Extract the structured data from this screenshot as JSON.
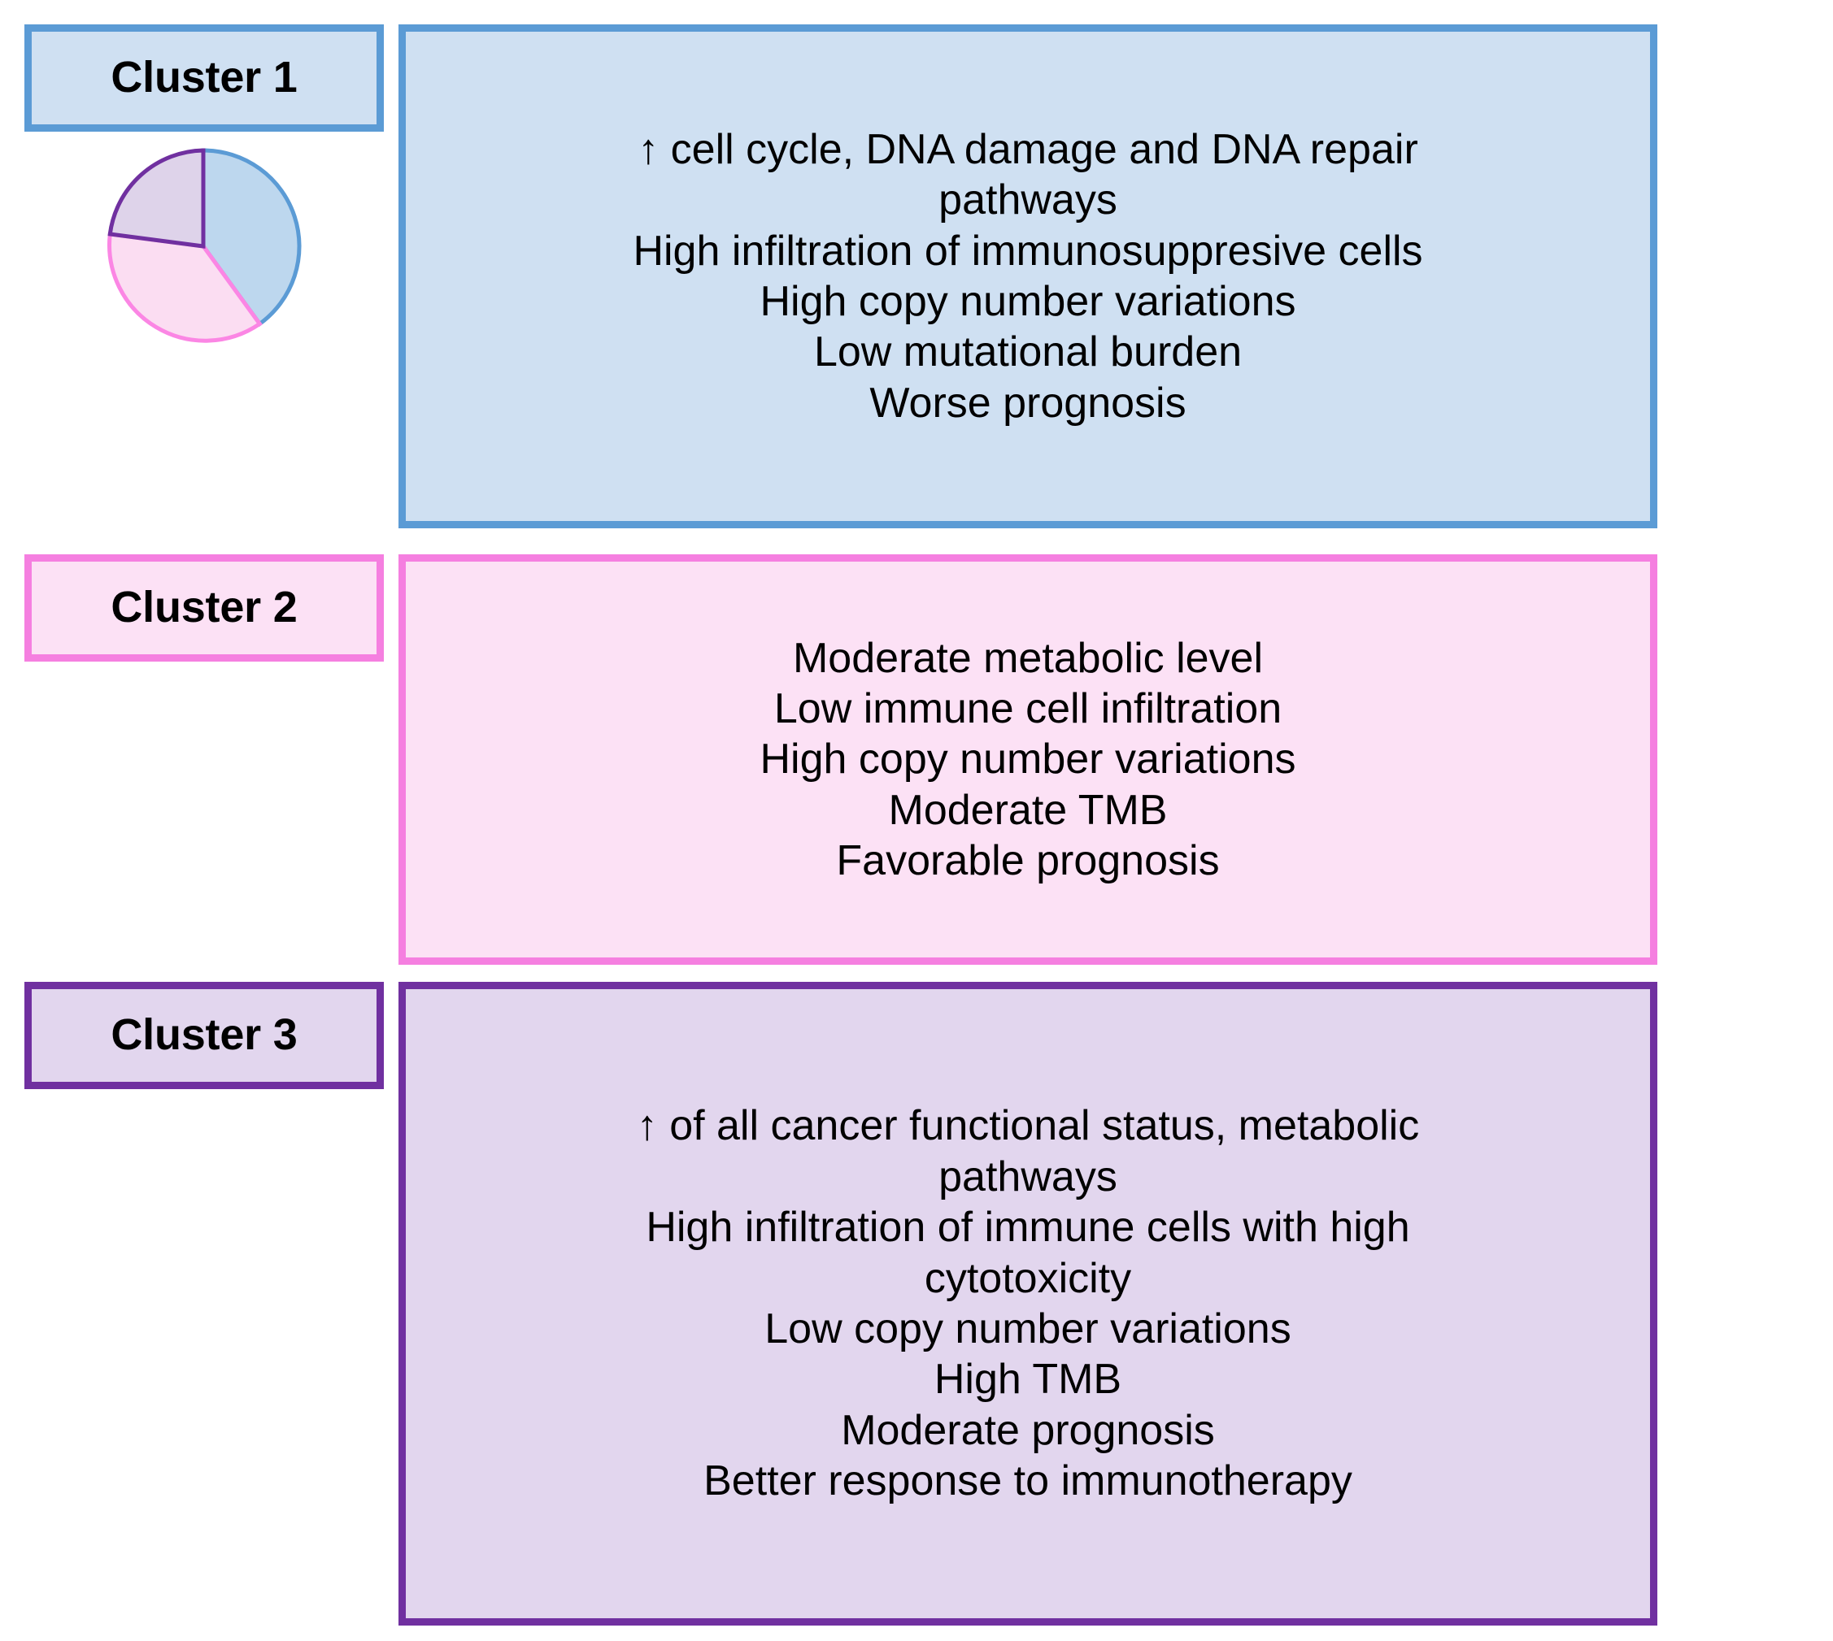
{
  "clusters": [
    {
      "label": "Cluster 1",
      "accent": "#5B9BD5",
      "fill": "#CFE0F2",
      "lines": [
        "↑ cell cycle, DNA damage and DNA repair",
        "pathways",
        "High infiltration of immunosuppresive cells",
        "High copy number variations",
        "Low mutational burden",
        "Worse prognosis"
      ]
    },
    {
      "label": "Cluster 2",
      "accent": "#F57FE0",
      "fill": "#FCE1F5",
      "lines": [
        "Moderate metabolic level",
        "Low immune cell infiltration",
        "High copy number variations",
        "Moderate TMB",
        "Favorable prognosis"
      ]
    },
    {
      "label": "Cluster 3",
      "accent": "#7030A0",
      "fill": "#E2D6EE",
      "lines": [
        "↑ of all cancer functional status, metabolic",
        "pathways",
        "High infiltration of immune cells with high",
        "cytotoxicity",
        "Low copy number variations",
        "High TMB",
        "Moderate prognosis",
        "Better response to immunotherapy"
      ]
    }
  ],
  "chart_data": {
    "type": "pie",
    "title": "",
    "categories": [
      "Cluster 1",
      "Cluster 2",
      "Cluster 3"
    ],
    "values": [
      40,
      33,
      27
    ],
    "colors": [
      "#BDD7EE",
      "#FBDDF2",
      "#DED3EA"
    ],
    "edge_colors": [
      "#5B9BD5",
      "#FB86E4",
      "#7030A0"
    ],
    "start_angle_deg": 0,
    "direction": "clockwise",
    "legend": "none",
    "labels_shown": false
  }
}
